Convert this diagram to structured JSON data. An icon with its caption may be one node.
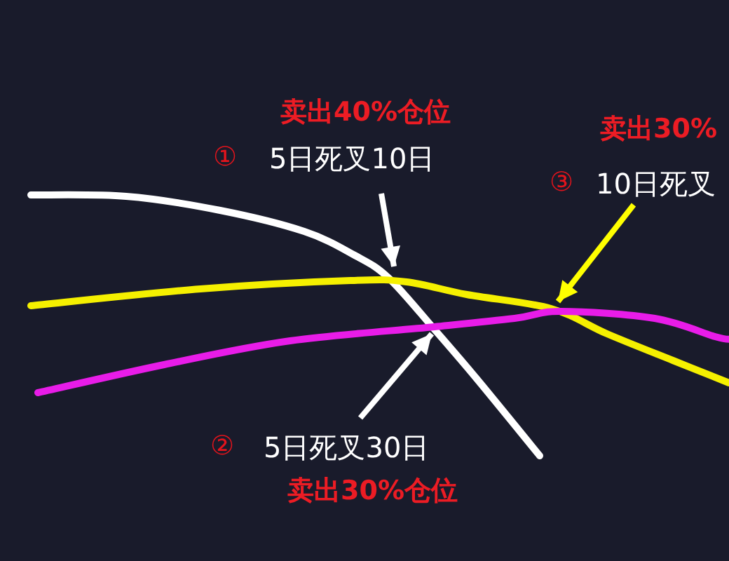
{
  "diagram": {
    "nodes": [
      {
        "text": [
          "卖出40%仓位",
          "①",
          "5日死叉10日"
        ]
      },
      {
        "text": [
          "卖出30%",
          "③",
          "10日死叉"
        ]
      },
      {
        "text": [
          "②",
          "5日死叉30日",
          "卖出30%仓位"
        ]
      }
    ],
    "edges": [
      {
        "from": 0,
        "to": null,
        "arrow": "to"
      },
      {
        "from": 1,
        "to": null,
        "arrow": "to",
        "color": "#ffff00"
      },
      {
        "from": 2,
        "to": null,
        "arrow": "to"
      }
    ]
  }
}
